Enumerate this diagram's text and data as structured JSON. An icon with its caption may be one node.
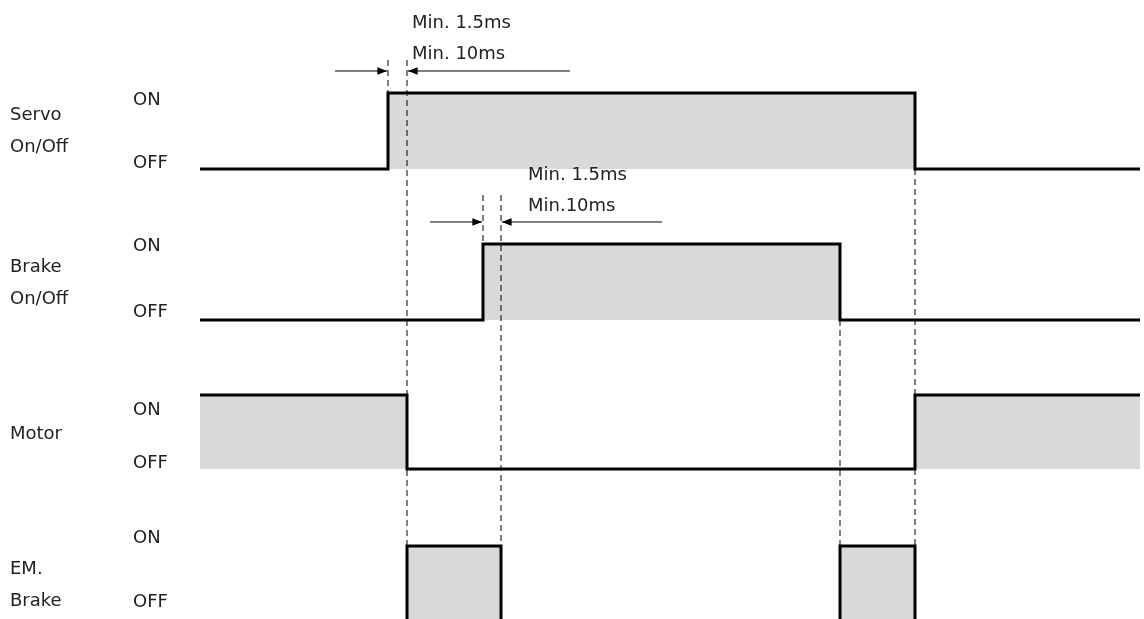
{
  "diagram": {
    "labels": [
      "Min. 1.5ms",
      "Min. 10ms",
      "Servo On/Off",
      "ON",
      "OFF",
      "Min. 1.5ms",
      "Min.10ms",
      "Brake On/Off",
      "ON",
      "OFF",
      "Motor",
      "ON",
      "OFF",
      "EM. Brake",
      "ON",
      "OFF"
    ]
  }
}
